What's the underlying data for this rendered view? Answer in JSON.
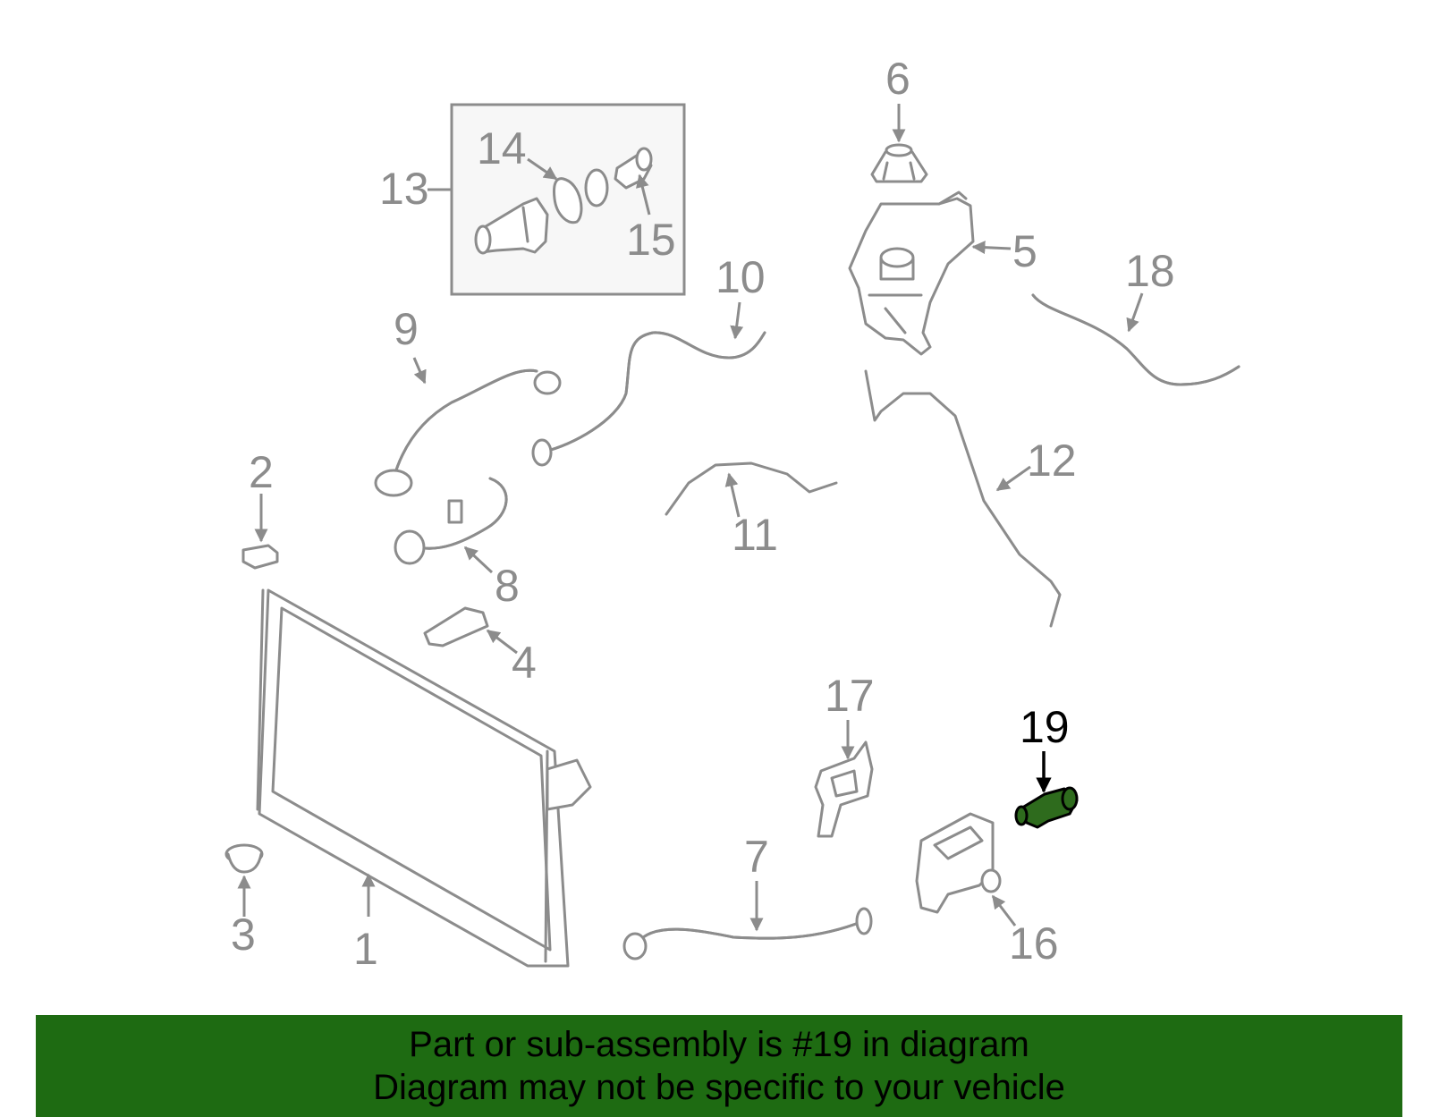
{
  "callouts": [
    "1",
    "2",
    "3",
    "4",
    "5",
    "6",
    "7",
    "8",
    "9",
    "10",
    "11",
    "12",
    "13",
    "14",
    "15",
    "16",
    "17",
    "18",
    "19"
  ],
  "highlighted_callout": "19",
  "colors": {
    "banner_background": "#1e6b12",
    "highlight_part": "#2e6b1d",
    "line_art": "#8c8c8c",
    "subassembly_box": "#f7f7f7"
  },
  "banner": {
    "line1": "Part or sub-assembly is #19 in diagram",
    "line2": "Diagram may not be specific to your vehicle"
  }
}
